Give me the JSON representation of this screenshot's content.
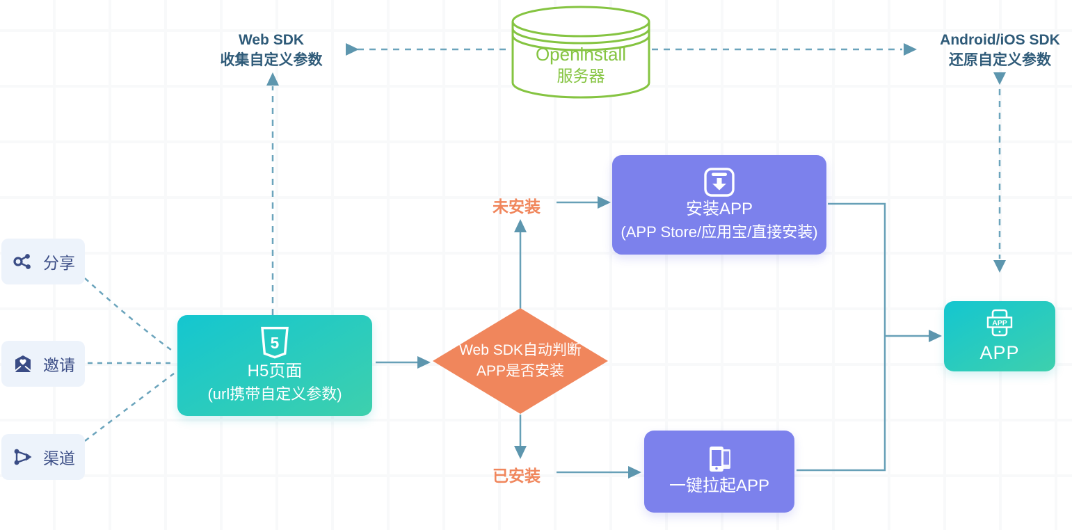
{
  "server": {
    "line1": "Openinstall",
    "line2": "服务器"
  },
  "labels": {
    "web_sdk_line1": "Web SDK",
    "web_sdk_line2": "收集自定义参数",
    "android_sdk_line1": "Android/iOS SDK",
    "android_sdk_line2": "还原自定义参数",
    "not_installed": "未安装",
    "installed": "已安装"
  },
  "sources": [
    {
      "label": "分享",
      "icon": "share-nodes-icon"
    },
    {
      "label": "邀请",
      "icon": "invite-envelope-icon"
    },
    {
      "label": "渠道",
      "icon": "channel-network-icon"
    }
  ],
  "nodes": {
    "h5_page": {
      "line1": "H5页面",
      "line2": "(url携带自定义参数)",
      "icon": "html5-icon"
    },
    "decision": {
      "line1": "Web SDK自动判断",
      "line2": "APP是否安装"
    },
    "install_app": {
      "line1": "安装APP",
      "line2": "(APP Store/应用宝/直接安装)",
      "icon": "download-box-icon"
    },
    "launch_app": {
      "line1": "一键拉起APP",
      "icon": "phone-launch-icon"
    },
    "app": {
      "line1": "APP",
      "badge": "APP",
      "icon": "app-phone-icon"
    }
  },
  "colors": {
    "green": "#85c441",
    "orange": "#f0865c",
    "purple": "#7c81ec",
    "teal_start": "#14c6d0",
    "teal_end": "#3ed0ad",
    "line_blue": "#67a0b7",
    "navy_text": "#2e5a78",
    "source_text": "#3a4c85"
  }
}
